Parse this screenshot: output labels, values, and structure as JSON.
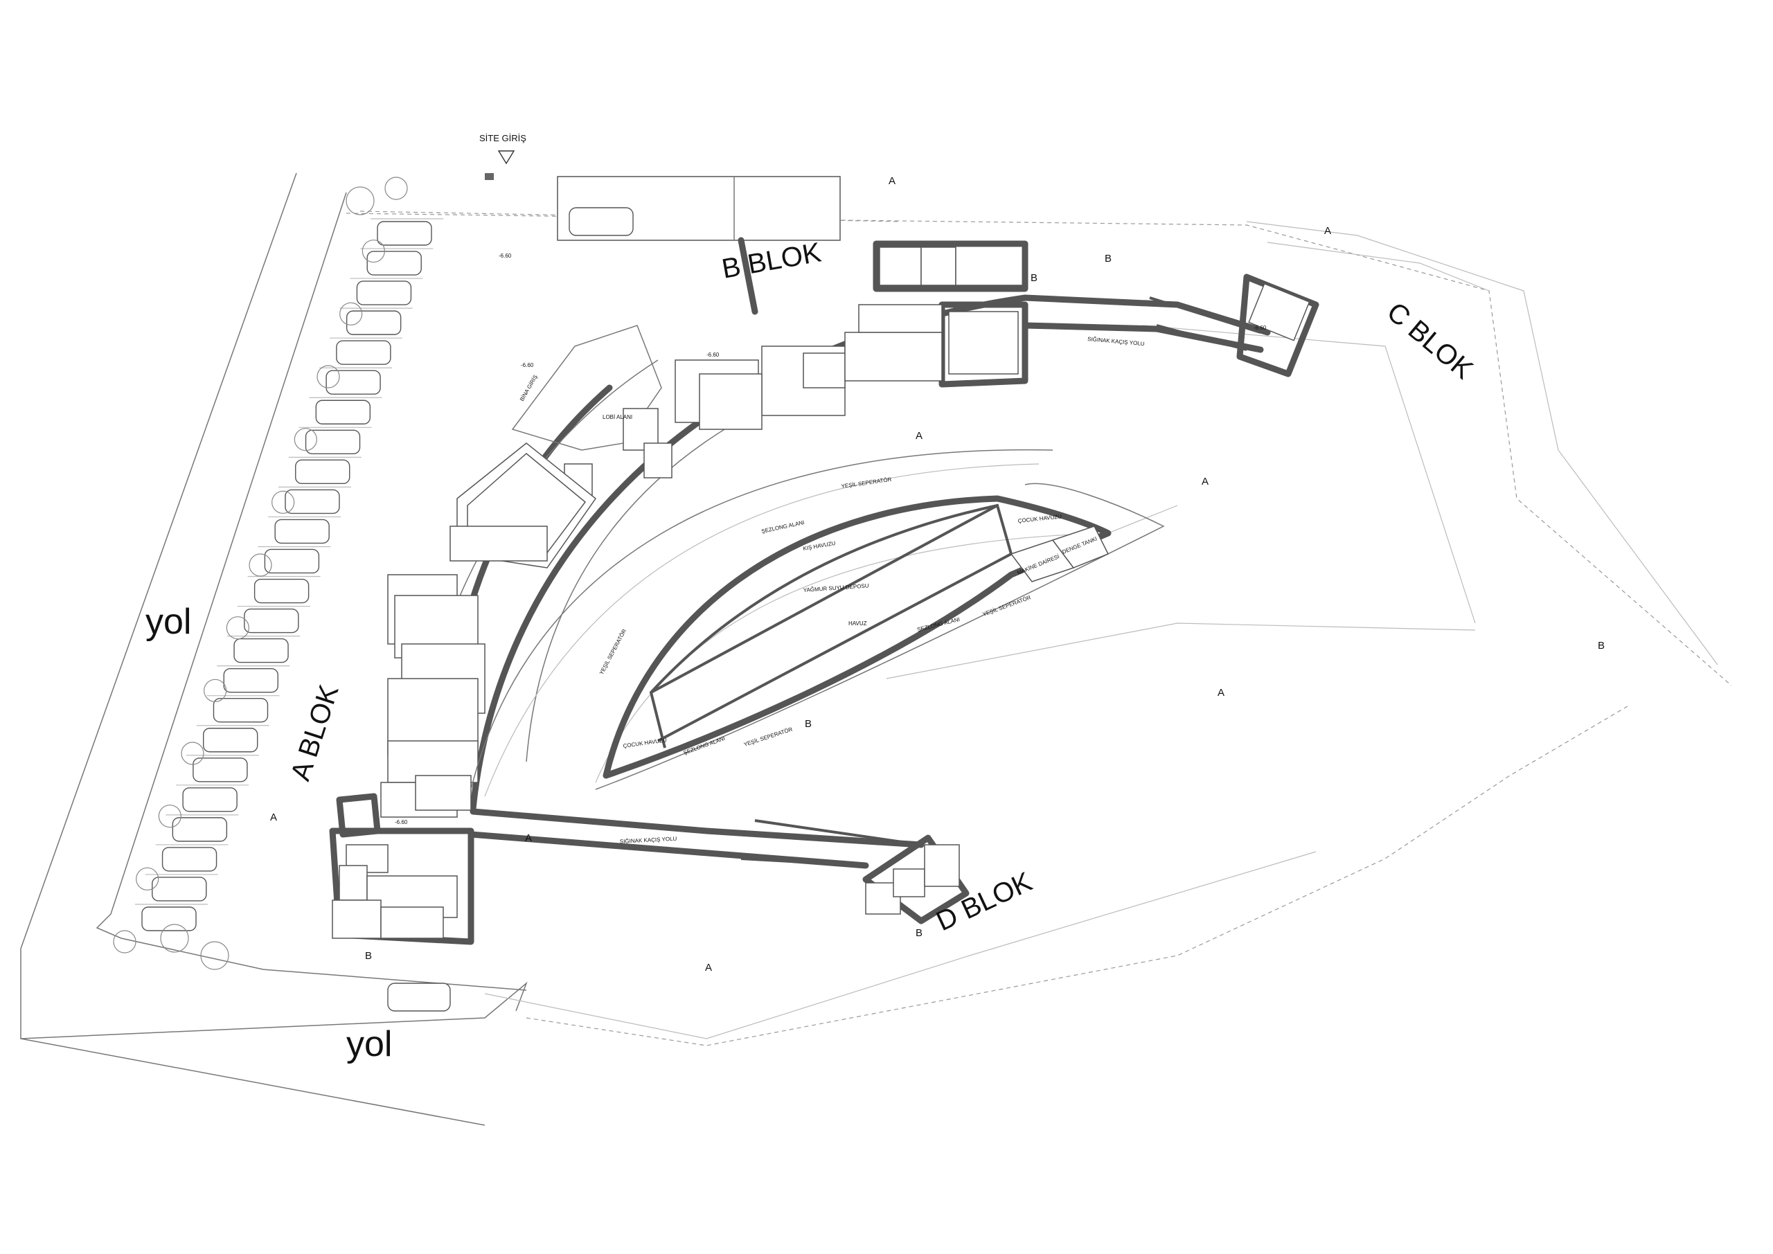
{
  "labels": {
    "site_entrance": "SİTE GİRİŞ",
    "road_left": "yol",
    "road_bottom": "yol",
    "a_blok": "A BLOK",
    "b_blok": "B BLOK",
    "c_blok": "C BLOK",
    "d_blok": "D BLOK",
    "lobby": "LOBİ ALANI",
    "building_entrance": "BİNA GİRİŞ",
    "shelter_exit_top": "SIĞINAK KAÇIŞ YOLU",
    "shelter_exit_bottom": "SIĞINAK KAÇIŞ YOLU",
    "sunbed_1": "ŞEZLONG ALANI",
    "sunbed_2": "ŞEZLONG ALANI",
    "sunbed_3": "ŞEZLONG ALANI",
    "winter_pool": "KIŞ HAVUZU",
    "rainwater": "YAĞMUR SUYU DEPOSU",
    "pool": "HAVUZ",
    "kids_pool_top": "ÇOCUK HAVUZU",
    "kids_pool_bottom": "ÇOCUK HAVUZU",
    "machine_room": "MAKİNE DAİRESİ",
    "balance_tank": "DENGE TANKI",
    "green_sep_1": "YEŞİL SEPERATÖR",
    "green_sep_2": "YEŞİL SEPERATÖR",
    "green_sep_3": "YEŞİL SEPERATÖR",
    "green_sep_4": "YEŞİL SEPERATÖR",
    "level_1": "-6.60",
    "level_2": "-6.60",
    "level_3": "-6.60",
    "level_4": "-6.60",
    "level_5": "-6.60",
    "zone_a": "A",
    "zone_b": "B"
  },
  "colors": {
    "wall": "#555555",
    "line": "#777777",
    "faint": "#bbbbbb",
    "background": "#ffffff"
  }
}
